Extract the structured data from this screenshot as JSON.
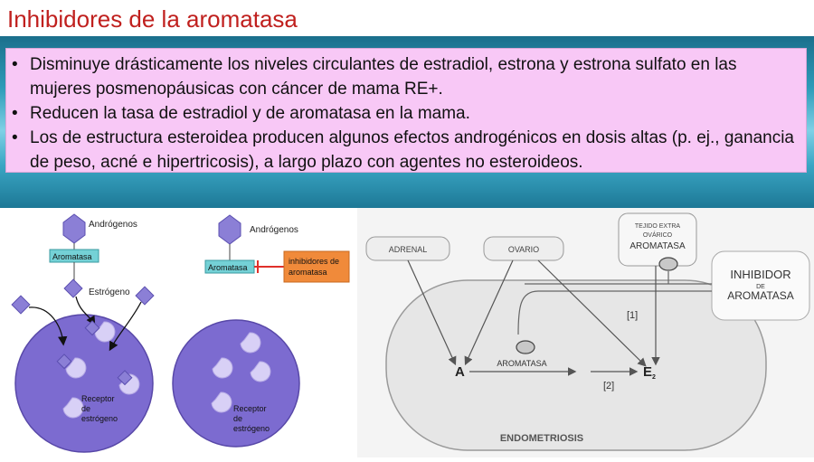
{
  "title": "Inhibidores de la aromatasa",
  "bullets": [
    "Disminuye drásticamente los niveles circulantes de estradiol, estrona y estrona sulfato en las mujeres posmenopáusicas con cáncer de mama RE+.",
    "Reducen la tasa de estradiol y de aromatasa en la mama.",
    "Los de estructura esteroidea producen algunos efectos androgénicos en dosis altas (p. ej., ganancia de peso, acné e hipertricosis), a largo plazo con agentes no esteroideos."
  ],
  "left_diagram": {
    "cell1": {
      "androgen_label": "Andrógenos",
      "enzyme_label": "Aromatasa",
      "estrogen_label": "Estrógeno",
      "receptor_line1": "Receptor",
      "receptor_line2": "de",
      "receptor_line3": "estrógeno"
    },
    "cell2": {
      "androgen_label": "Andrógenos",
      "enzyme_label": "Aromatasa",
      "inhibitor_line1": "inhibidores de",
      "inhibitor_line2": "aromatasa",
      "receptor_line1": "Receptor",
      "receptor_line2": "de",
      "receptor_line3": "estrógeno"
    },
    "colors": {
      "hexagon": "#8b7fd6",
      "enzyme": "#74d1d6",
      "inhibitor": "#f08a3a",
      "cell": "#7c6bd0",
      "inhibitor_line": "#e0302a"
    }
  },
  "right_diagram": {
    "adrenal": "ADRENAL",
    "ovario": "OVARIO",
    "tejido_line1": "TEJIDO EXTRA",
    "tejido_line2": "OVÁRICO",
    "tejido_aromatasa": "AROMATASA",
    "inhibidor_line1": "INHIBIDOR",
    "inhibidor_line2": "DE",
    "inhibidor_line3": "AROMATASA",
    "label_a": "A",
    "aromatasa": "AROMATASA",
    "label_e": "E",
    "label_e_sub": "2",
    "ref1": "[1]",
    "ref2": "[2]",
    "endometriosis": "ENDOMETRIOSIS"
  }
}
